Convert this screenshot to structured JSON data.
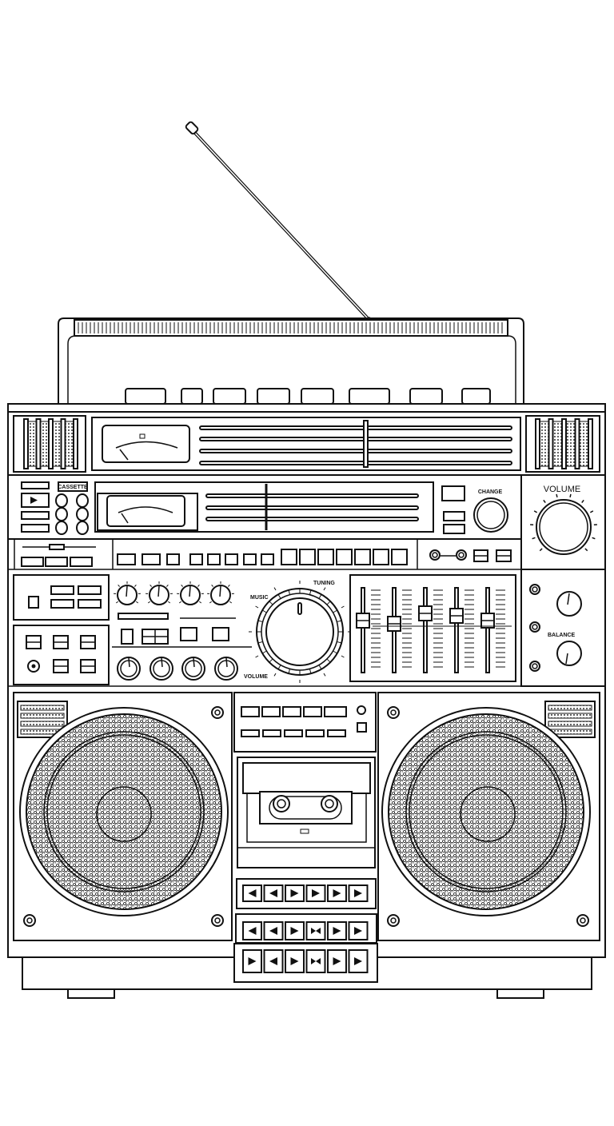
{
  "device": {
    "volume_label": "VOLUME",
    "labels": {
      "cassette": "CASSETTE",
      "change": "CHANGE",
      "music": "MUSIC",
      "tuning": "TUNING",
      "volume_ring": "VOLUME",
      "balance": "BALANCE"
    },
    "colors": {
      "line": "#111111",
      "background": "#ffffff"
    }
  }
}
